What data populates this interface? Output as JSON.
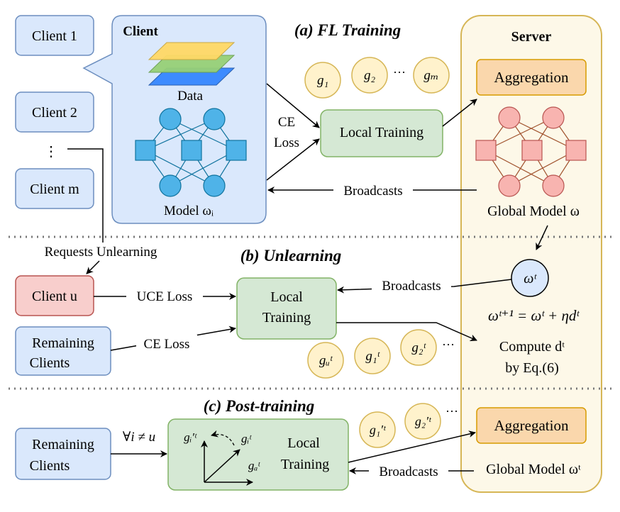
{
  "sections": {
    "a_title": "(a) FL Training",
    "b_title": "(b) Unlearning",
    "c_title": "(c) Post-training"
  },
  "server": {
    "title": "Server",
    "aggregation_top": "Aggregation",
    "aggregation_bottom": "Aggregation",
    "global_model_label": "Global Model ω",
    "omega_t": "ωᵗ",
    "update_rule": "ωᵗ⁺¹ = ωᵗ + ηdᵗ",
    "compute_line1": "Compute dᵗ",
    "compute_line2": "by Eq.(6)",
    "global_model_t": "Global Model ωᵗ"
  },
  "clients": {
    "client1": "Client 1",
    "client2": "Client 2",
    "dots": "⋮",
    "clientm": "Client m",
    "panel_title": "Client",
    "data_label": "Data",
    "model_label": "Model ωᵢ"
  },
  "fl": {
    "ce_loss_1": "CE",
    "ce_loss_2": "Loss",
    "local_training": "Local Training",
    "broadcasts": "Broadcasts",
    "g1": "g₁",
    "g2": "g₂",
    "gdots": "···",
    "gm": "gₘ"
  },
  "unlearning": {
    "requests": "Requests Unlearning",
    "client_u": "Client u",
    "uce_loss": "UCE Loss",
    "remaining_1": "Remaining",
    "remaining_2": "Clients",
    "ce_loss": "CE Loss",
    "local_1": "Local",
    "local_2": "Training",
    "broadcasts": "Broadcasts",
    "gu": "gᵤᵗ",
    "g1": "g₁ᵗ",
    "g2": "g₂ᵗ",
    "gdots": "···"
  },
  "post": {
    "remaining_1": "Remaining",
    "remaining_2": "Clients",
    "forall": "∀i ≠ u",
    "local_1": "Local",
    "local_2": "Training",
    "gi_prime": "gᵢ′ᵗ",
    "gi": "gᵢᵗ",
    "ga": "gₐᵗ",
    "g1p": "g₁′ᵗ",
    "g2p": "g₂′ᵗ",
    "gdots": "···",
    "broadcasts": "Broadcasts"
  },
  "colors": {
    "client_box": "#dae8fc",
    "client_stroke": "#6c8ebf",
    "local_box": "#d5e8d4",
    "local_stroke": "#82b366",
    "agg_box": "#fad7ac",
    "agg_stroke": "#d79b00",
    "server_box": "#fdf8e8",
    "server_stroke": "#d6b656",
    "grad_circle": "#fff2cc",
    "client_u_box": "#f8cecc",
    "client_u_stroke": "#b85450"
  }
}
